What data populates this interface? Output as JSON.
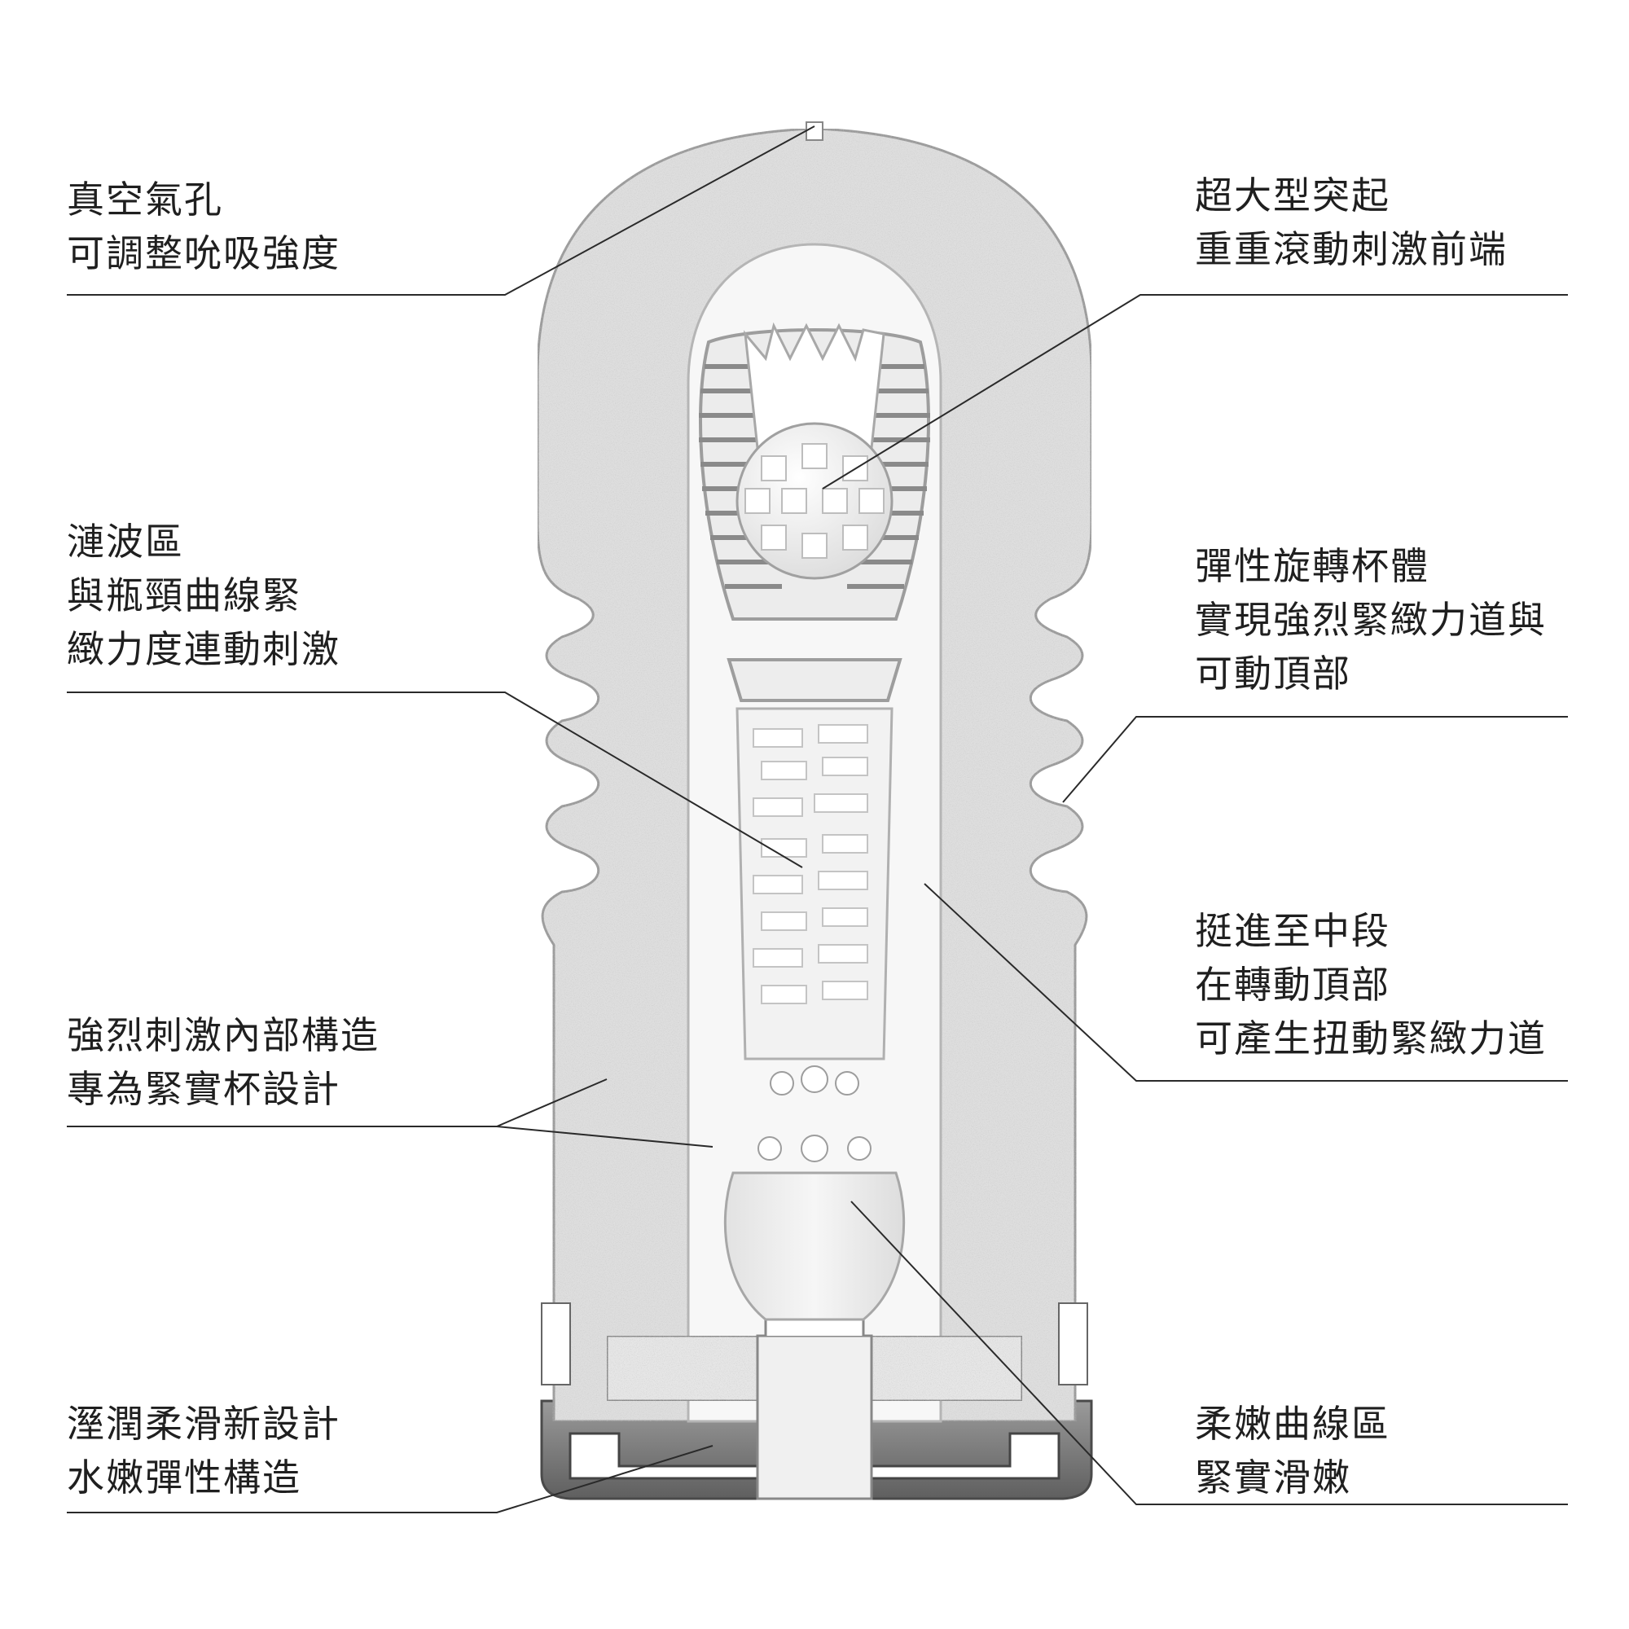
{
  "colors": {
    "background": "#ffffff",
    "outer_shell": "#dedede",
    "inner_sleeve": "#f4f4f4",
    "cutaway": "#fafafa",
    "base_gray": "#7a7a7a",
    "leader_line": "#2a2a2a",
    "text": "#1f1f1f"
  },
  "callouts": {
    "vacuum_hole": [
      "真空氣孔",
      "可調整吮吸強度"
    ],
    "ripple_zone": [
      "漣波區",
      "與瓶頸曲線緊",
      "緻力度連動刺激"
    ],
    "intense_structure": [
      "強烈刺激內部構造",
      "專為緊實杯設計"
    ],
    "moist_base": [
      "溼潤柔滑新設計",
      "水嫩彈性構造"
    ],
    "oversized_bump": [
      "超大型突起",
      "重重滾動刺激前端"
    ],
    "elastic_body": [
      "彈性旋轉杯體",
      "實現強烈緊緻力道與",
      "可動頂部"
    ],
    "thrust_mid": [
      "挺進至中段",
      "在轉動頂部",
      "可產生扭動緊緻力道"
    ],
    "soft_curve": [
      "柔嫩曲線區",
      "緊實滑嫩"
    ]
  }
}
